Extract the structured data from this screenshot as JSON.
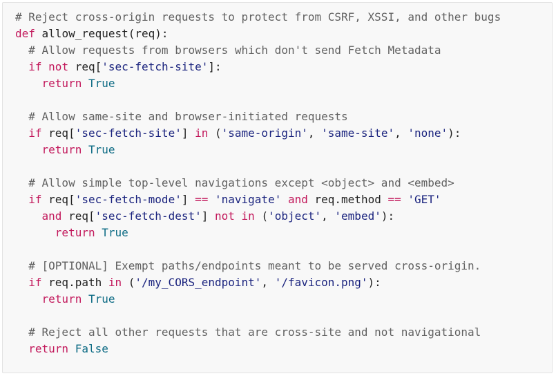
{
  "colors": {
    "background": "#f8f8f8",
    "border": "#e2e2e2",
    "comment": "#616161",
    "keyword": "#c2185b",
    "string": "#1a237e",
    "constant": "#0d6b84",
    "text": "#212121"
  },
  "code": {
    "lines": [
      [
        {
          "t": "c",
          "v": "# Reject cross-origin requests to protect from CSRF, XSSI, and other bugs"
        }
      ],
      [
        {
          "t": "k",
          "v": "def"
        },
        {
          "t": "n",
          "v": " allow_request(req):"
        }
      ],
      [
        {
          "t": "n",
          "v": "  "
        },
        {
          "t": "c",
          "v": "# Allow requests from browsers which don't send Fetch Metadata"
        }
      ],
      [
        {
          "t": "n",
          "v": "  "
        },
        {
          "t": "k",
          "v": "if"
        },
        {
          "t": "n",
          "v": " "
        },
        {
          "t": "k",
          "v": "not"
        },
        {
          "t": "n",
          "v": " req["
        },
        {
          "t": "s",
          "v": "'sec-fetch-site'"
        },
        {
          "t": "n",
          "v": "]:"
        }
      ],
      [
        {
          "t": "n",
          "v": "    "
        },
        {
          "t": "k",
          "v": "return"
        },
        {
          "t": "n",
          "v": " "
        },
        {
          "t": "b",
          "v": "True"
        }
      ],
      [],
      [
        {
          "t": "n",
          "v": "  "
        },
        {
          "t": "c",
          "v": "# Allow same-site and browser-initiated requests"
        }
      ],
      [
        {
          "t": "n",
          "v": "  "
        },
        {
          "t": "k",
          "v": "if"
        },
        {
          "t": "n",
          "v": " req["
        },
        {
          "t": "s",
          "v": "'sec-fetch-site'"
        },
        {
          "t": "n",
          "v": "] "
        },
        {
          "t": "k",
          "v": "in"
        },
        {
          "t": "n",
          "v": " ("
        },
        {
          "t": "s",
          "v": "'same-origin'"
        },
        {
          "t": "n",
          "v": ", "
        },
        {
          "t": "s",
          "v": "'same-site'"
        },
        {
          "t": "n",
          "v": ", "
        },
        {
          "t": "s",
          "v": "'none'"
        },
        {
          "t": "n",
          "v": "):"
        }
      ],
      [
        {
          "t": "n",
          "v": "    "
        },
        {
          "t": "k",
          "v": "return"
        },
        {
          "t": "n",
          "v": " "
        },
        {
          "t": "b",
          "v": "True"
        }
      ],
      [],
      [
        {
          "t": "n",
          "v": "  "
        },
        {
          "t": "c",
          "v": "# Allow simple top-level navigations except <object> and <embed>"
        }
      ],
      [
        {
          "t": "n",
          "v": "  "
        },
        {
          "t": "k",
          "v": "if"
        },
        {
          "t": "n",
          "v": " req["
        },
        {
          "t": "s",
          "v": "'sec-fetch-mode'"
        },
        {
          "t": "n",
          "v": "] "
        },
        {
          "t": "k",
          "v": "=="
        },
        {
          "t": "n",
          "v": " "
        },
        {
          "t": "s",
          "v": "'navigate'"
        },
        {
          "t": "n",
          "v": " "
        },
        {
          "t": "k",
          "v": "and"
        },
        {
          "t": "n",
          "v": " req.method "
        },
        {
          "t": "k",
          "v": "=="
        },
        {
          "t": "n",
          "v": " "
        },
        {
          "t": "s",
          "v": "'GET'"
        }
      ],
      [
        {
          "t": "n",
          "v": "    "
        },
        {
          "t": "k",
          "v": "and"
        },
        {
          "t": "n",
          "v": " req["
        },
        {
          "t": "s",
          "v": "'sec-fetch-dest'"
        },
        {
          "t": "n",
          "v": "] "
        },
        {
          "t": "k",
          "v": "not"
        },
        {
          "t": "n",
          "v": " "
        },
        {
          "t": "k",
          "v": "in"
        },
        {
          "t": "n",
          "v": " ("
        },
        {
          "t": "s",
          "v": "'object'"
        },
        {
          "t": "n",
          "v": ", "
        },
        {
          "t": "s",
          "v": "'embed'"
        },
        {
          "t": "n",
          "v": "):"
        }
      ],
      [
        {
          "t": "n",
          "v": "      "
        },
        {
          "t": "k",
          "v": "return"
        },
        {
          "t": "n",
          "v": " "
        },
        {
          "t": "b",
          "v": "True"
        }
      ],
      [],
      [
        {
          "t": "n",
          "v": "  "
        },
        {
          "t": "c",
          "v": "# [OPTIONAL] Exempt paths/endpoints meant to be served cross-origin."
        }
      ],
      [
        {
          "t": "n",
          "v": "  "
        },
        {
          "t": "k",
          "v": "if"
        },
        {
          "t": "n",
          "v": " req.path "
        },
        {
          "t": "k",
          "v": "in"
        },
        {
          "t": "n",
          "v": " ("
        },
        {
          "t": "s",
          "v": "'/my_CORS_endpoint'"
        },
        {
          "t": "n",
          "v": ", "
        },
        {
          "t": "s",
          "v": "'/favicon.png'"
        },
        {
          "t": "n",
          "v": "):"
        }
      ],
      [
        {
          "t": "n",
          "v": "    "
        },
        {
          "t": "k",
          "v": "return"
        },
        {
          "t": "n",
          "v": " "
        },
        {
          "t": "b",
          "v": "True"
        }
      ],
      [],
      [
        {
          "t": "n",
          "v": "  "
        },
        {
          "t": "c",
          "v": "# Reject all other requests that are cross-site and not navigational"
        }
      ],
      [
        {
          "t": "n",
          "v": "  "
        },
        {
          "t": "k",
          "v": "return"
        },
        {
          "t": "n",
          "v": " "
        },
        {
          "t": "b",
          "v": "False"
        }
      ]
    ]
  }
}
